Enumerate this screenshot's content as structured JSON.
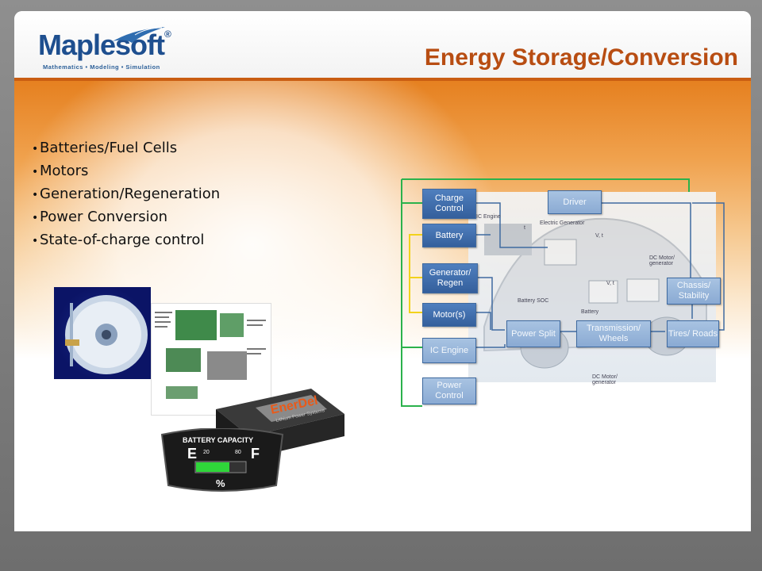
{
  "header": {
    "logo_text": "Maplesoft",
    "logo_tm": "®",
    "logo_tagline": "Mathematics • Modeling • Simulation",
    "title": "Energy Storage/Conversion"
  },
  "bullets": [
    "Batteries/Fuel Cells",
    "Motors",
    "Generation/Regeneration",
    "Power Conversion",
    "State-of-charge control"
  ],
  "images": {
    "battery_brand": "EnerDel",
    "battery_sub": "Lithium Power Systems",
    "gauge_title": "BATTERY CAPACITY",
    "gauge_e": "E",
    "gauge_f": "F",
    "gauge_20": "20",
    "gauge_80": "80",
    "gauge_pct": "%"
  },
  "diagram": {
    "boxes": {
      "charge_control": "Charge Control",
      "battery": "Battery",
      "generator": "Generator/ Regen",
      "motors": "Motor(s)",
      "ic_engine": "IC Engine",
      "power_control": "Power Control",
      "driver": "Driver",
      "chassis": "Chassis/ Stability",
      "tires": "Tires/ Roads",
      "power_split": "Power Split",
      "transmission": "Transmission/ Wheels"
    },
    "labels": {
      "ic_engine_small": "IC Engine",
      "electric_generator": "Electric Generator",
      "dc_motor_generator_1": "DC Motor/ generator",
      "battery_small": "Battery",
      "battery_soc": "Battery SOC",
      "dc_motor_generator_2": "DC Motor/ generator",
      "v_t": "V, t",
      "t": "t"
    },
    "colors": {
      "green_line": "#2bb24c",
      "yellow_line": "#f2d21b",
      "blue_line": "#3f6aa0"
    }
  }
}
